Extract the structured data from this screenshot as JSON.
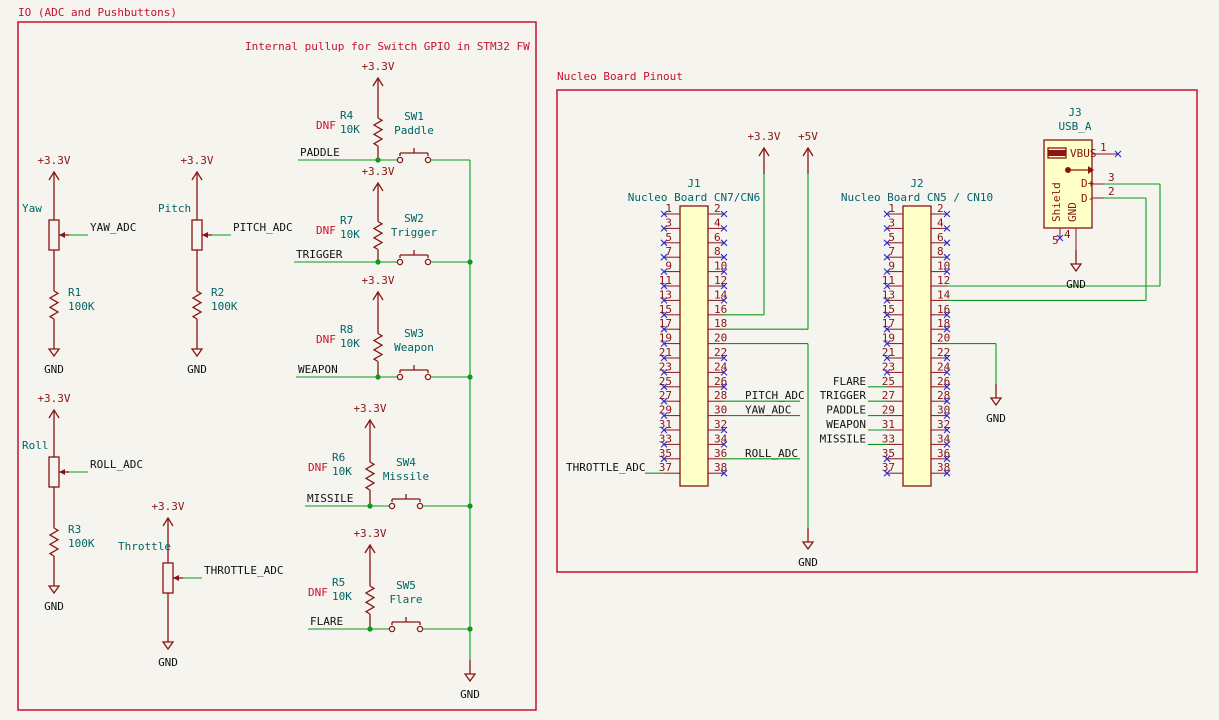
{
  "sheets": {
    "io_title": "IO (ADC and Pushbuttons)",
    "nucleo_title": "Nucleo Board Pinout",
    "note": "Internal pullup for Switch GPIO in STM32 FW"
  },
  "power": {
    "v33": "+3.3V",
    "v5": "+5V",
    "gnd": "GND"
  },
  "pots": [
    {
      "label": "Yaw",
      "net": "YAW_ADC",
      "res_ref": "R1",
      "res_val": "100K"
    },
    {
      "label": "Pitch",
      "net": "PITCH_ADC",
      "res_ref": "R2",
      "res_val": "100K"
    },
    {
      "label": "Roll",
      "net": "ROLL_ADC",
      "res_ref": "R3",
      "res_val": "100K"
    },
    {
      "label": "Throttle",
      "net": "THROTTLE_ADC"
    }
  ],
  "switches": [
    {
      "net": "PADDLE",
      "ref": "SW1",
      "name": "Paddle",
      "res_ref": "R4",
      "res_val": "10K",
      "dnf": "DNF"
    },
    {
      "net": "TRIGGER",
      "ref": "SW2",
      "name": "Trigger",
      "res_ref": "R7",
      "res_val": "10K",
      "dnf": "DNF"
    },
    {
      "net": "WEAPON",
      "ref": "SW3",
      "name": "Weapon",
      "res_ref": "R8",
      "res_val": "10K",
      "dnf": "DNF"
    },
    {
      "net": "MISSILE",
      "ref": "SW4",
      "name": "Missile",
      "res_ref": "R6",
      "res_val": "10K",
      "dnf": "DNF"
    },
    {
      "net": "FLARE",
      "ref": "SW5",
      "name": "Flare",
      "res_ref": "R5",
      "res_val": "10K",
      "dnf": "DNF"
    }
  ],
  "j1": {
    "ref": "J1",
    "name": "Nucleo Board CN7/CN6",
    "pins": [
      "1",
      "2",
      "3",
      "4",
      "5",
      "6",
      "7",
      "8",
      "9",
      "10",
      "11",
      "12",
      "13",
      "14",
      "15",
      "16",
      "17",
      "18",
      "19",
      "20",
      "21",
      "22",
      "23",
      "24",
      "25",
      "26",
      "27",
      "28",
      "29",
      "30",
      "31",
      "32",
      "33",
      "34",
      "35",
      "36",
      "37",
      "38"
    ],
    "nets": {
      "pitch": "PITCH_ADC",
      "yaw": "YAW_ADC",
      "roll": "ROLL_ADC",
      "throttle": "THROTTLE_ADC"
    }
  },
  "j2": {
    "ref": "J2",
    "name": "Nucleo Board CN5 / CN10",
    "pins": [
      "1",
      "2",
      "3",
      "4",
      "5",
      "6",
      "7",
      "8",
      "9",
      "10",
      "11",
      "12",
      "13",
      "14",
      "15",
      "16",
      "17",
      "18",
      "19",
      "20",
      "21",
      "22",
      "23",
      "24",
      "25",
      "26",
      "27",
      "28",
      "29",
      "30",
      "31",
      "32",
      "33",
      "34",
      "35",
      "36",
      "37",
      "38"
    ],
    "nets": {
      "flare": "FLARE",
      "trigger": "TRIGGER",
      "paddle": "PADDLE",
      "weapon": "WEAPON",
      "missile": "MISSILE"
    }
  },
  "j3": {
    "ref": "J3",
    "name": "USB_A",
    "vbus": "VBUS",
    "dp": "D+",
    "dm": "D-",
    "shield": "Shield",
    "gnd": "GND",
    "pin1": "1",
    "pin2": "2",
    "pin3": "3",
    "pin4": "4",
    "pin5": "5"
  }
}
